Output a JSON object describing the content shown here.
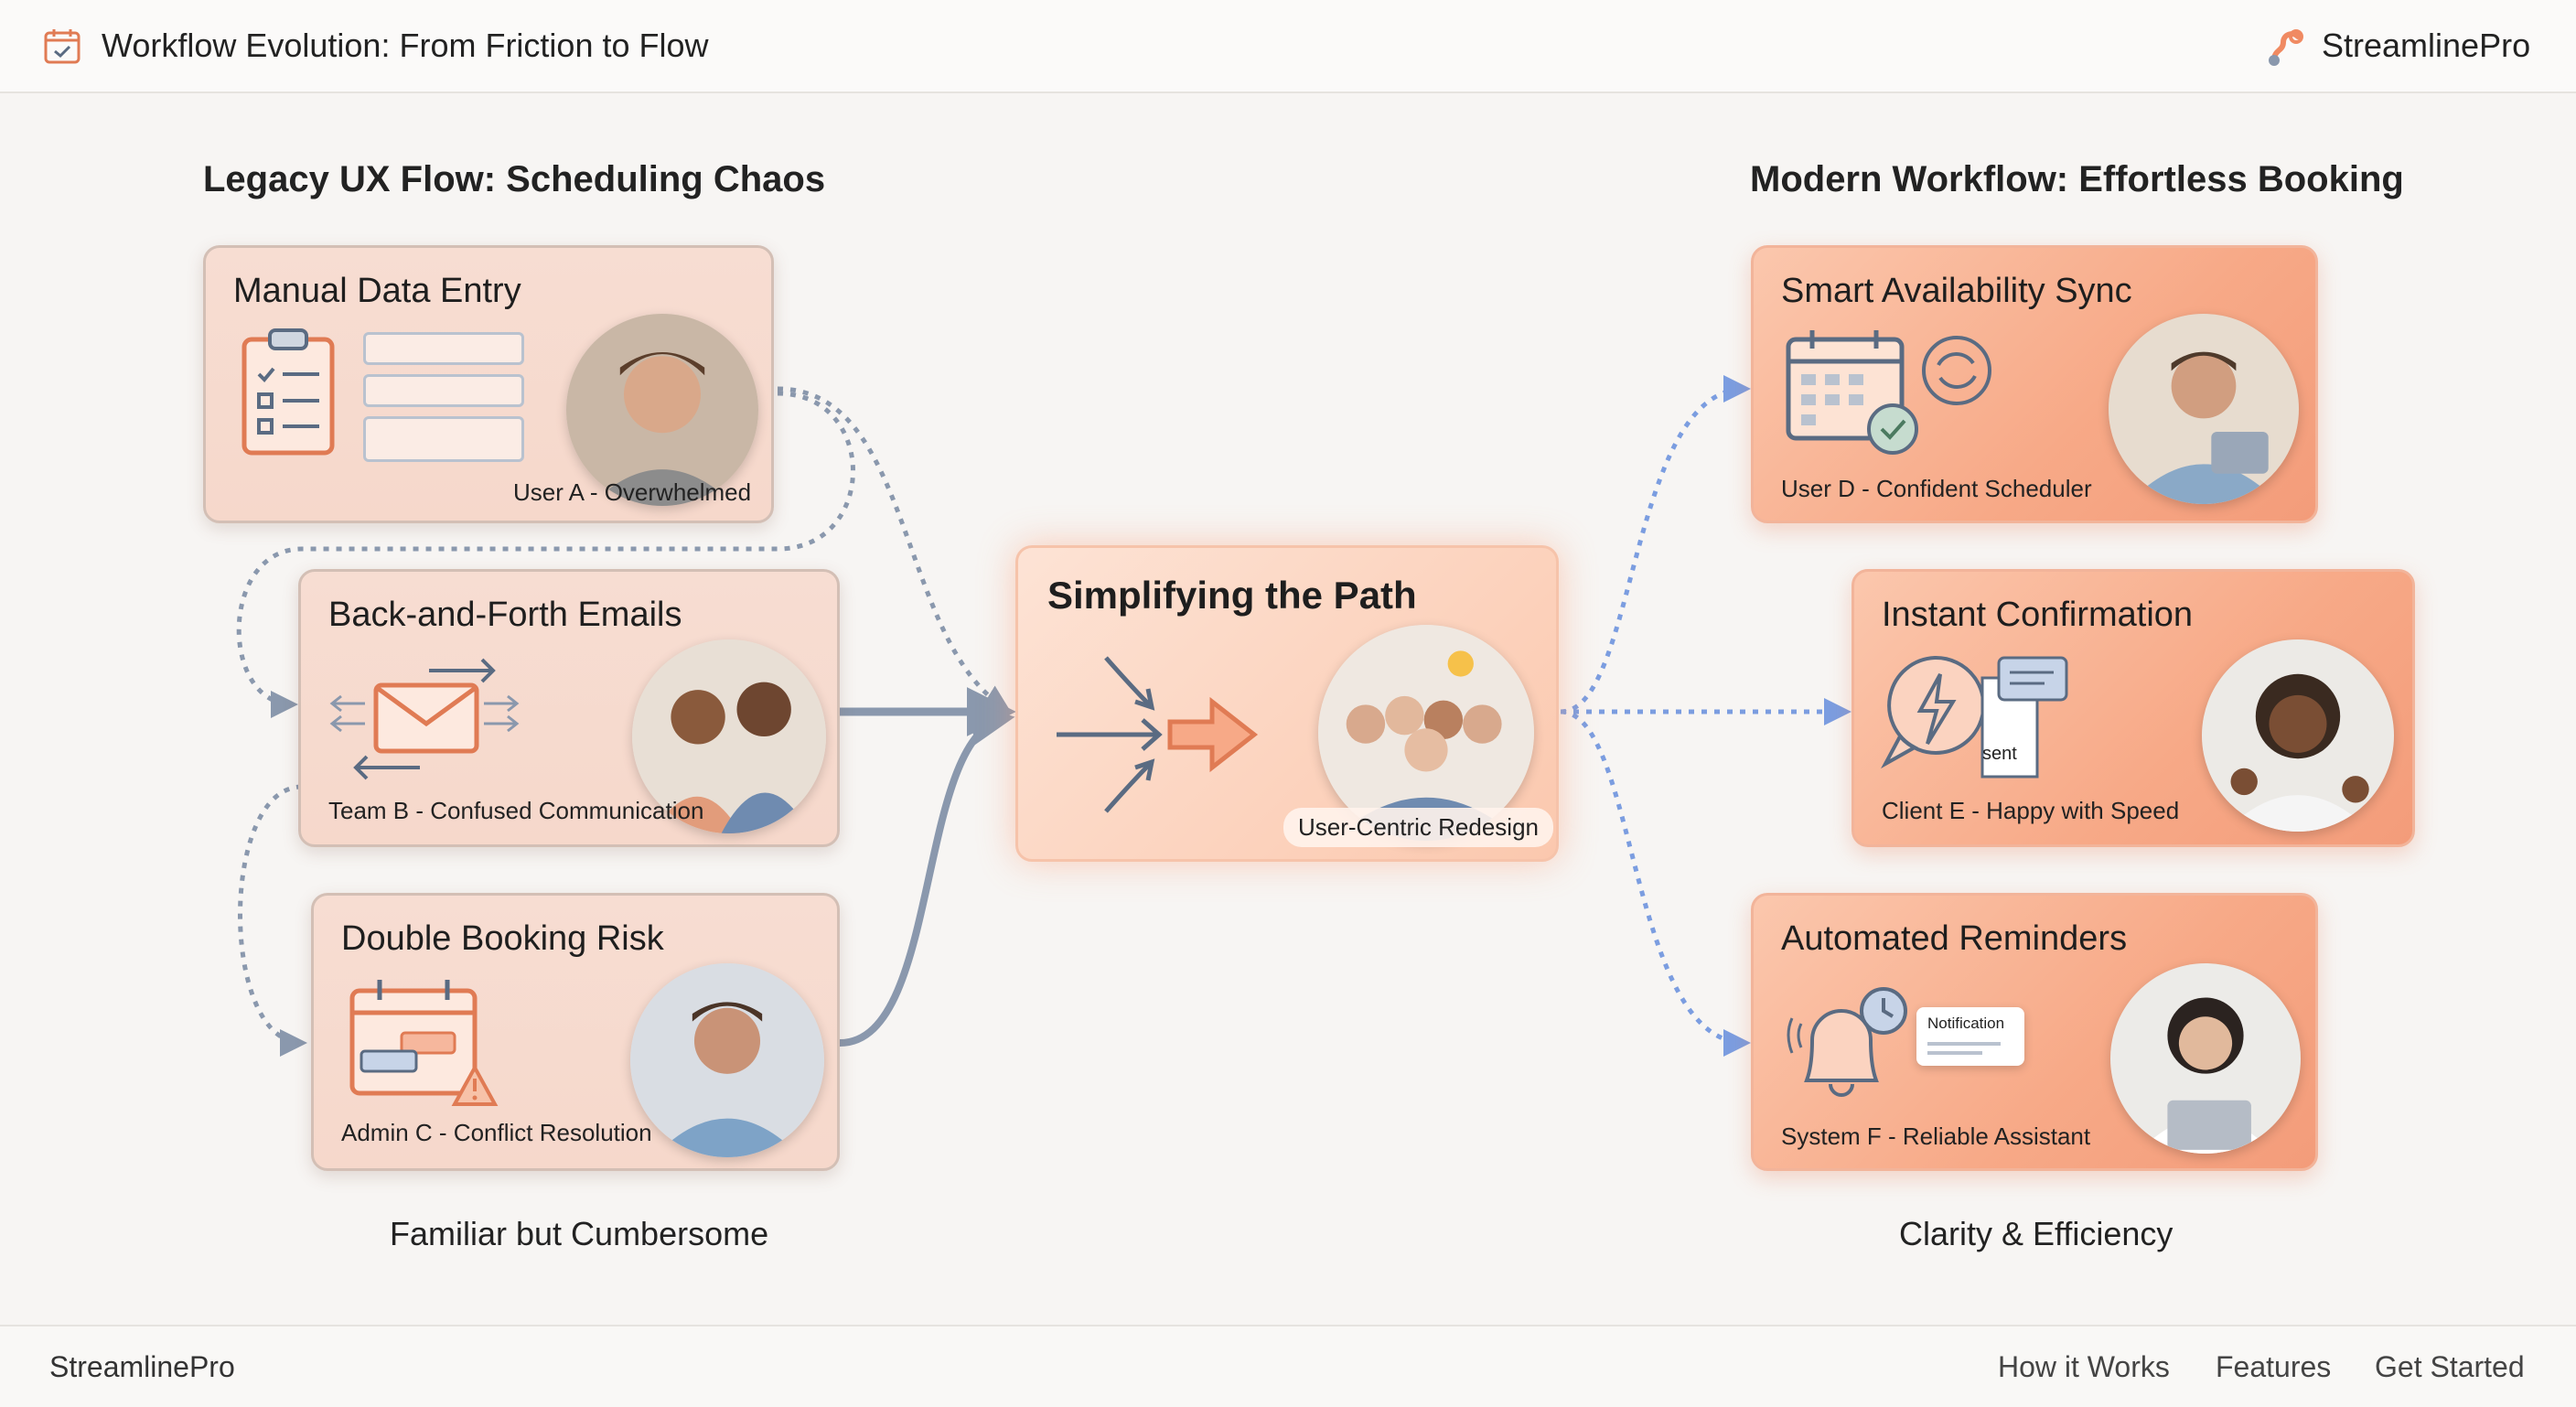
{
  "header": {
    "title": "Workflow Evolution: From Friction to Flow",
    "brand": "StreamlinePro"
  },
  "legacy": {
    "heading": "Legacy UX Flow: Scheduling Chaos",
    "subtitle": "Familiar but Cumbersome",
    "cards": [
      {
        "title": "Manual Data Entry",
        "caption": "User A - Overwhelmed"
      },
      {
        "title": "Back-and-Forth Emails",
        "caption": "Team B - Confused Communication"
      },
      {
        "title": "Double Booking Risk",
        "caption": "Admin C - Conflict Resolution"
      }
    ]
  },
  "center": {
    "title": "Simplifying the Path",
    "caption": "User-Centric Redesign"
  },
  "modern": {
    "heading": "Modern Workflow: Effortless Booking",
    "subtitle": "Clarity & Efficiency",
    "cards": [
      {
        "title": "Smart Availability Sync",
        "caption": "User D - Confident Scheduler"
      },
      {
        "title": "Instant Confirmation",
        "caption": "Client E - Happy with Speed",
        "badge": "sent"
      },
      {
        "title": "Automated Reminders",
        "caption": "System F - Reliable Assistant",
        "badge": "Notification"
      }
    ]
  },
  "footer": {
    "brand": "StreamlinePro",
    "nav": [
      "How it Works",
      "Features",
      "Get Started"
    ]
  },
  "icons": {
    "header": "calendar-check-icon",
    "brand": "streamline-logo-icon",
    "manual": "clipboard-checklist-icon",
    "emails": "envelope-arrows-icon",
    "booking": "calendar-conflict-warning-icon",
    "center": "converging-arrows-icon",
    "sync": "calendar-sync-icon",
    "confirm": "lightning-bubble-receipt-icon",
    "remind": "bell-clock-icon"
  },
  "colors": {
    "accent": "#f39c7a",
    "legacy_card": "#f7ddd2",
    "connector_legacy": "#8a98ad",
    "connector_modern": "#7b9de0"
  }
}
